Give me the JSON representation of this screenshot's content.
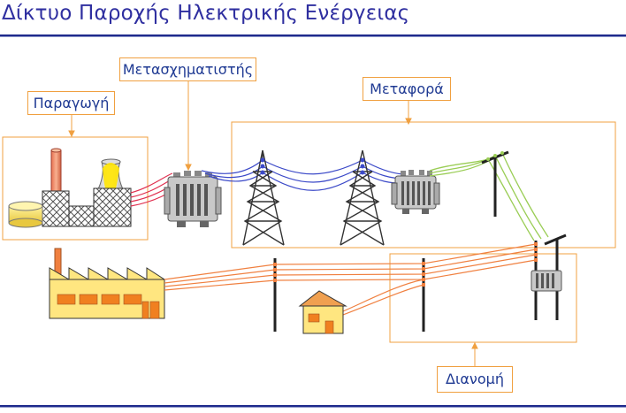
{
  "title": "Δίκτυο Παροχής Ηλεκτρικής Ενέργειας",
  "labels": {
    "production": "Παραγωγή",
    "transformer": "Μετασχηματιστής",
    "transmission": "Μεταφορά",
    "distribution": "Διανομή"
  },
  "colors": {
    "title": "#2f2fa0",
    "rule": "#1e2a8c",
    "box_border": "#f0a040",
    "factory_fill": "#ffe680",
    "line_high_voltage": "#3b49c8",
    "line_medium_voltage": "#9acd55",
    "line_low_voltage": "#f08040",
    "line_generator": "#e03050"
  }
}
